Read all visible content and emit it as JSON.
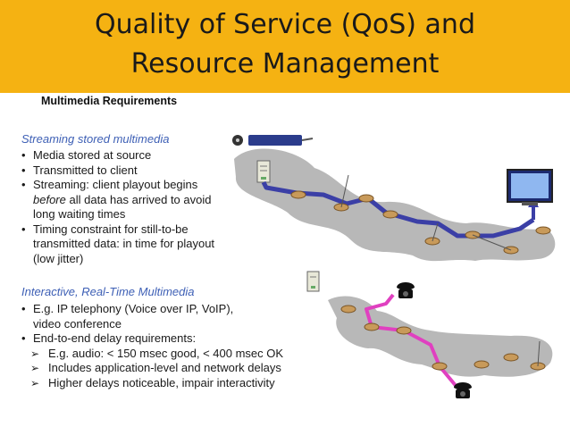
{
  "header": {
    "title_line1": "Quality of Service (QoS) and",
    "title_line2": "Resource Management",
    "subtitle": "Multimedia Requirements"
  },
  "streaming": {
    "heading": "Streaming stored multimedia",
    "b1": "Media stored at source",
    "b2": "Transmitted to client",
    "b3a": "Streaming: client playout begins",
    "b3b_em": "before",
    "b3b_rest": " all data has arrived to avoid",
    "b3c": "long waiting times",
    "b4a": "Timing constraint for still-to-be",
    "b4b": "transmitted data: in time for playout",
    "b4c": "(low jitter)"
  },
  "interactive": {
    "heading": "Interactive, Real-Time Multimedia",
    "b1a": "E.g. IP telephony (Voice over IP, VoIP),",
    "b1b": "video conference",
    "b2": "End-to-end delay requirements:",
    "s1": "E.g. audio: < 150 msec good,  < 400 msec OK",
    "s2": "Includes application-level and network delays",
    "s3": "Higher delays noticeable, impair interactivity"
  },
  "colors": {
    "banner": "#f5b212",
    "heading": "#3d5fb5",
    "stream_path": "#3b3fa6",
    "voip_path": "#e040c0"
  }
}
